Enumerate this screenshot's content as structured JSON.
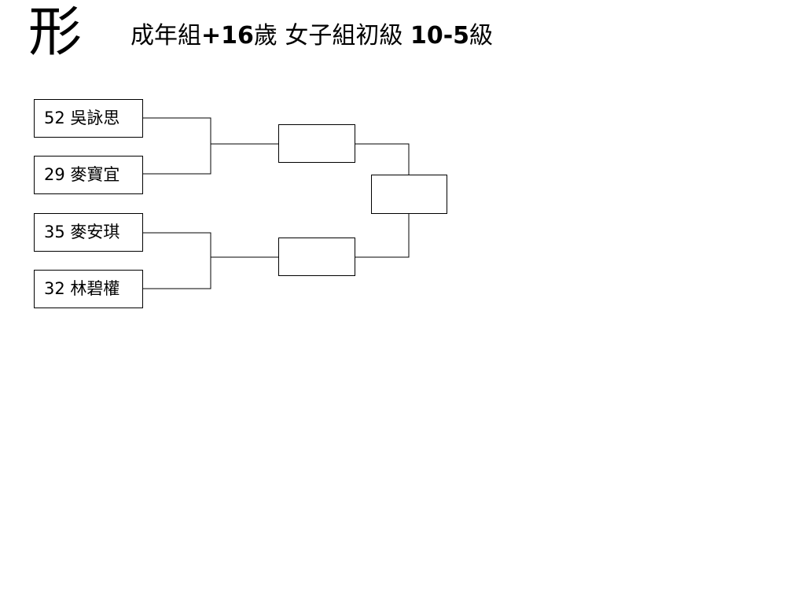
{
  "header": {
    "event_char": "形",
    "title_segments": [
      {
        "text": "成年組",
        "bold": false
      },
      {
        "text": "+16",
        "bold": true
      },
      {
        "text": "歲 女子組初級 ",
        "bold": false
      },
      {
        "text": "10-5",
        "bold": true
      },
      {
        "text": "級",
        "bold": false
      }
    ]
  },
  "bracket": {
    "entries": [
      {
        "seed": "52",
        "name": "吳詠思"
      },
      {
        "seed": "29",
        "name": "麥寶宜"
      },
      {
        "seed": "35",
        "name": "麥安琪"
      },
      {
        "seed": "32",
        "name": "林碧權"
      }
    ],
    "semifinal_results": [
      "",
      ""
    ],
    "final_result": ""
  }
}
